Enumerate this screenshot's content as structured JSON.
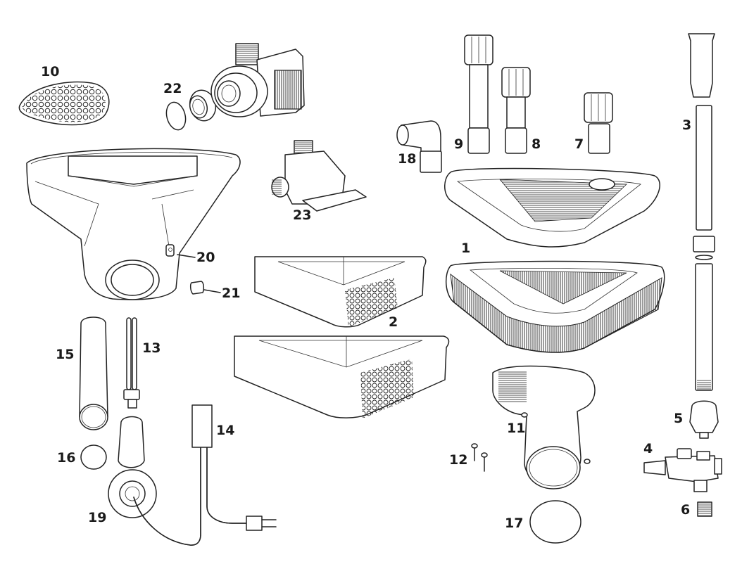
{
  "diagram": {
    "type": "exploded-parts-view",
    "line_color": "#222222",
    "background": "#ffffff",
    "callouts": [
      {
        "id": "1",
        "label": "1"
      },
      {
        "id": "2",
        "label": "2"
      },
      {
        "id": "3",
        "label": "3"
      },
      {
        "id": "4",
        "label": "4"
      },
      {
        "id": "5",
        "label": "5"
      },
      {
        "id": "6",
        "label": "6"
      },
      {
        "id": "7",
        "label": "7"
      },
      {
        "id": "8",
        "label": "8"
      },
      {
        "id": "9",
        "label": "9"
      },
      {
        "id": "10",
        "label": "10"
      },
      {
        "id": "11",
        "label": "11"
      },
      {
        "id": "12",
        "label": "12"
      },
      {
        "id": "13",
        "label": "13"
      },
      {
        "id": "14",
        "label": "14"
      },
      {
        "id": "15",
        "label": "15"
      },
      {
        "id": "16",
        "label": "16"
      },
      {
        "id": "17",
        "label": "17"
      },
      {
        "id": "18",
        "label": "18"
      },
      {
        "id": "19",
        "label": "19"
      },
      {
        "id": "20",
        "label": "20"
      },
      {
        "id": "21",
        "label": "21"
      },
      {
        "id": "22",
        "label": "22"
      },
      {
        "id": "23",
        "label": "23"
      }
    ]
  }
}
